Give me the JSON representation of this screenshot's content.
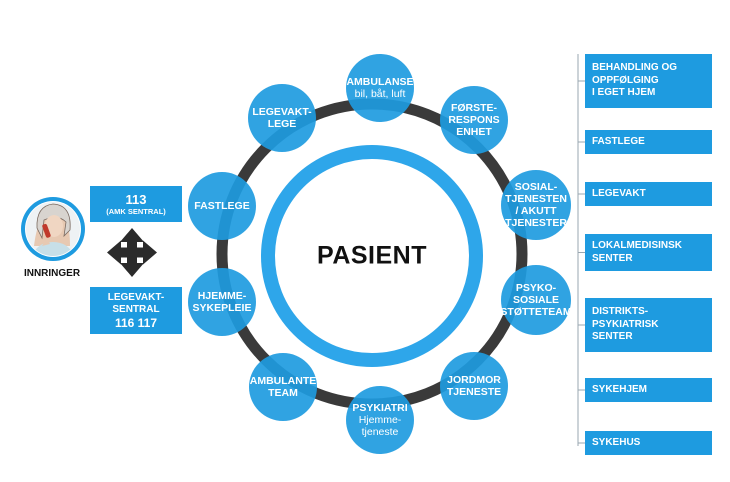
{
  "center": {
    "label": "PASIENT"
  },
  "ring_nodes": [
    {
      "id": "ambulanse",
      "label": "AMBULANSE",
      "sub": "bil, båt, luft"
    },
    {
      "id": "forsterespons",
      "label": "FØRSTE-\nRESPONS\nENHET",
      "sub": ""
    },
    {
      "id": "sosialtjenesten",
      "label": "SOSIAL-\nTJENESTEN\n/ AKUTT\nTJENESTER",
      "sub": ""
    },
    {
      "id": "psykososiale",
      "label": "PSYKO-\nSOSIALE\nSTØTTETEAM",
      "sub": ""
    },
    {
      "id": "jordmor",
      "label": "JORDMOR\nTJENESTE",
      "sub": ""
    },
    {
      "id": "psykiatri",
      "label": "PSYKIATRI",
      "sub": "Hjemme-\ntjeneste"
    },
    {
      "id": "ambulante-team",
      "label": "AMBULANTE\nTEAM",
      "sub": ""
    },
    {
      "id": "hjemmesykepleie",
      "label": "HJEMME-\nSYKEPLEIE",
      "sub": ""
    },
    {
      "id": "fastlege",
      "label": "FASTLEGE",
      "sub": ""
    },
    {
      "id": "legevakt-lege",
      "label": "LEGEVAKT-\nLEGE",
      "sub": ""
    }
  ],
  "left_panel": {
    "amk": {
      "number": "113",
      "label": "(AMK SENTRAL)"
    },
    "legevakt": {
      "label": "LEGEVAKT-\nSENTRAL",
      "number": "116 117"
    },
    "caller": {
      "label": "INNRINGER",
      "icon": "caller-phone-icon"
    },
    "arrows_icon": "four-way-arrow-icon"
  },
  "right_list": [
    "BEHANDLING OG\nOPPFØLGING\nI EGET HJEM",
    "FASTLEGE",
    "LEGEVAKT",
    "LOKALMEDISINSK\nSENTER",
    "DISTRIKTS-\nPSYKIATRISK\nSENTER",
    "SYKEHJEM",
    "SYKEHUS"
  ],
  "colors": {
    "node_blue": "#1e9be0",
    "ring_light": "#2ea6ea",
    "outer_ring": "#3a3a3a",
    "text_dark": "#111111"
  }
}
